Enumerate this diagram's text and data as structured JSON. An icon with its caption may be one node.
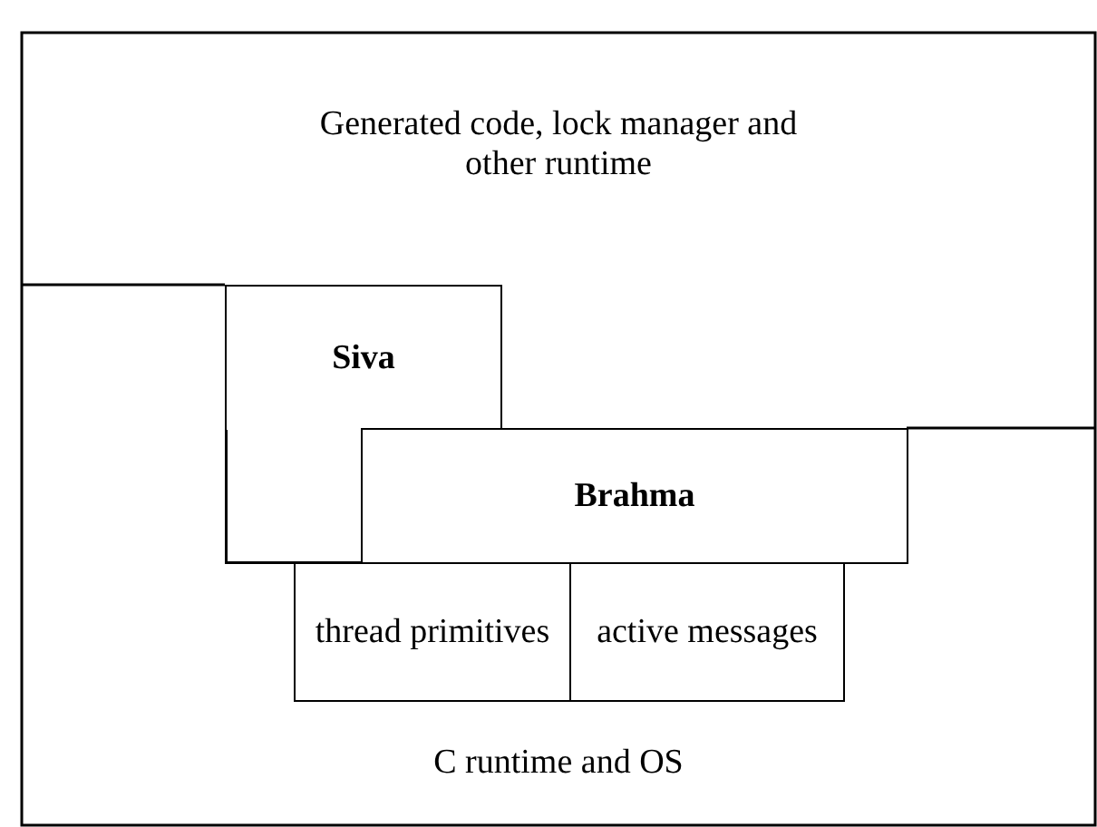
{
  "diagram": {
    "nodes": [
      {
        "text": [
          "Generated code, lock manager and other runtime"
        ]
      },
      {
        "text": [
          "C runtime and OS"
        ]
      },
      {
        "text": [
          "Siva"
        ]
      },
      {
        "text": [
          "Brahma"
        ]
      },
      {
        "text": [
          "thread primitives"
        ]
      },
      {
        "text": [
          "active messages"
        ]
      }
    ],
    "edges": []
  }
}
